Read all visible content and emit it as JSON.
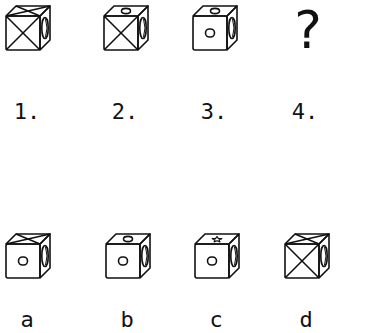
{
  "diagram": {
    "labels": [
      "?",
      "1.",
      "2.",
      "3.",
      "4.",
      "a",
      "b",
      "c",
      "d"
    ]
  }
}
